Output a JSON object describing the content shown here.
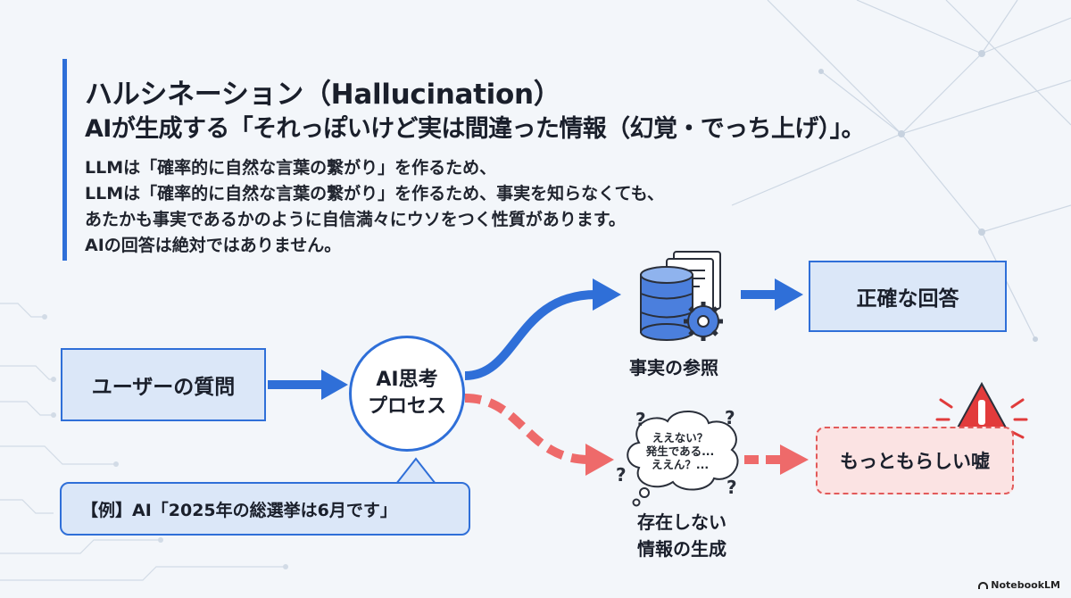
{
  "header": {
    "title": "ハルシネーション（Hallucination）",
    "subtitle": "AIが生成する「それっぽいけど実は間違った情報（幻覚・でっち上げ）」。"
  },
  "description": [
    "LLMは「確率的に自然な言葉の繋がり」を作るため、",
    "LLMは「確率的に自然な言葉の繋がり」を作るため、事実を知らなくても、",
    "あたかも事実であるかのように自信満々にウソをつく性質があります。",
    "AIの回答は絶対ではありません。"
  ],
  "flow": {
    "user_question": "ユーザーの質問",
    "ai_thinking_line1": "AI思考",
    "ai_thinking_line2": "プロセス",
    "fact_reference": "事実の参照",
    "accurate_answer": "正確な回答",
    "cloud_line1": "ええない？",
    "cloud_line2": "発生である...",
    "cloud_line3": "ええん？...",
    "nonexistent_line1": "存在しない",
    "nonexistent_line2": "情報の生成",
    "plausible_lie": "もっともらしい嘘",
    "example": "【例】AI「2025年の総選挙は6月です」"
  },
  "icons": [
    "database-icon",
    "document-icon",
    "gear-icon",
    "thought-cloud-icon",
    "warning-icon"
  ],
  "colors": {
    "accent": "#2f6fd8",
    "danger": "#e25a5a",
    "box_fill": "#dbe7f8",
    "danger_fill": "#fbe3e3"
  },
  "brand": "NotebookLM"
}
